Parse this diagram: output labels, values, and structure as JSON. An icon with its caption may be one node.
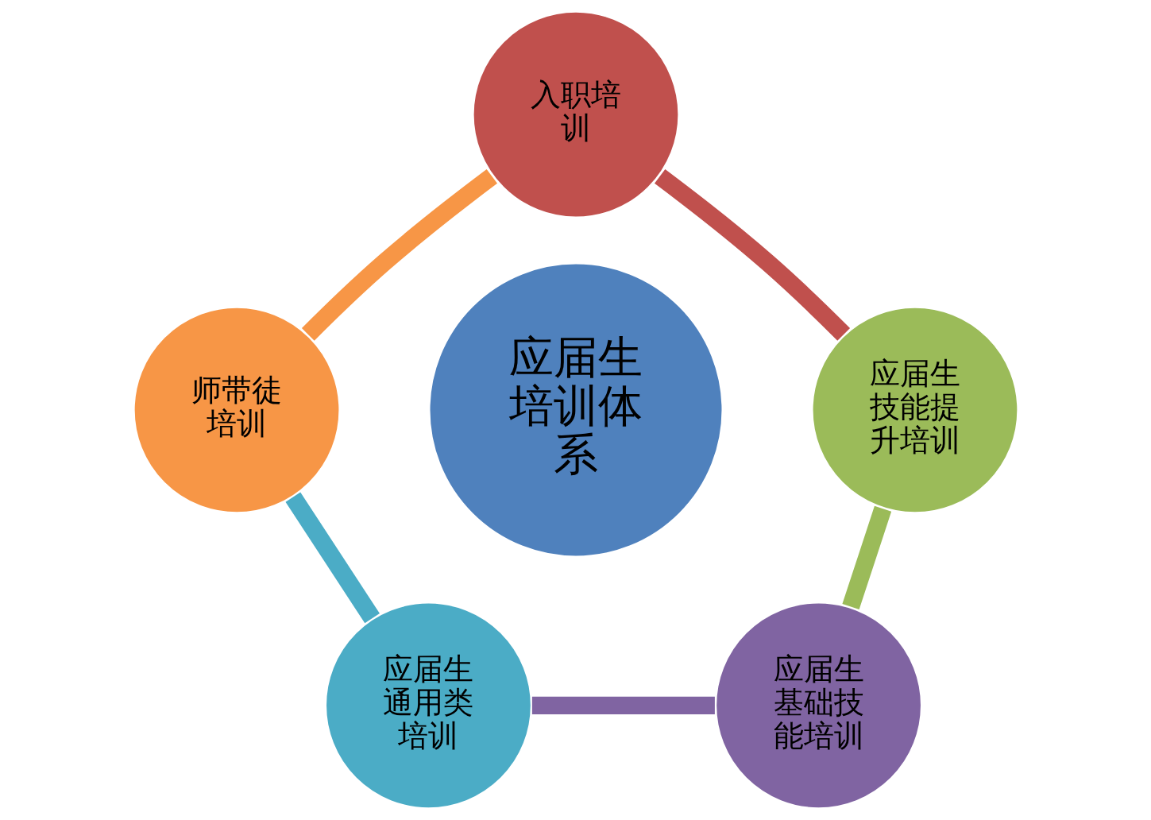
{
  "diagram": {
    "nodes": [
      {
        "text": [
          "应届生培训体系"
        ]
      },
      {
        "text": [
          "入职培训"
        ]
      },
      {
        "text": [
          "应届生技能提升培训"
        ]
      },
      {
        "text": [
          "应届生基础技能培训"
        ]
      },
      {
        "text": [
          "应届生通用类培训"
        ]
      },
      {
        "text": [
          "师带徒培训"
        ]
      }
    ],
    "edges": [
      {
        "from": 1,
        "to": 2,
        "arrow": "none",
        "color": "#c0504d"
      },
      {
        "from": 2,
        "to": 3,
        "arrow": "none",
        "color": "#9bbb59"
      },
      {
        "from": 4,
        "to": 3,
        "arrow": "none",
        "color": "#8064a2"
      },
      {
        "from": 5,
        "to": 4,
        "arrow": "none",
        "color": "#4bacc6"
      },
      {
        "from": 1,
        "to": 5,
        "arrow": "none",
        "color": "#f79646"
      }
    ]
  }
}
